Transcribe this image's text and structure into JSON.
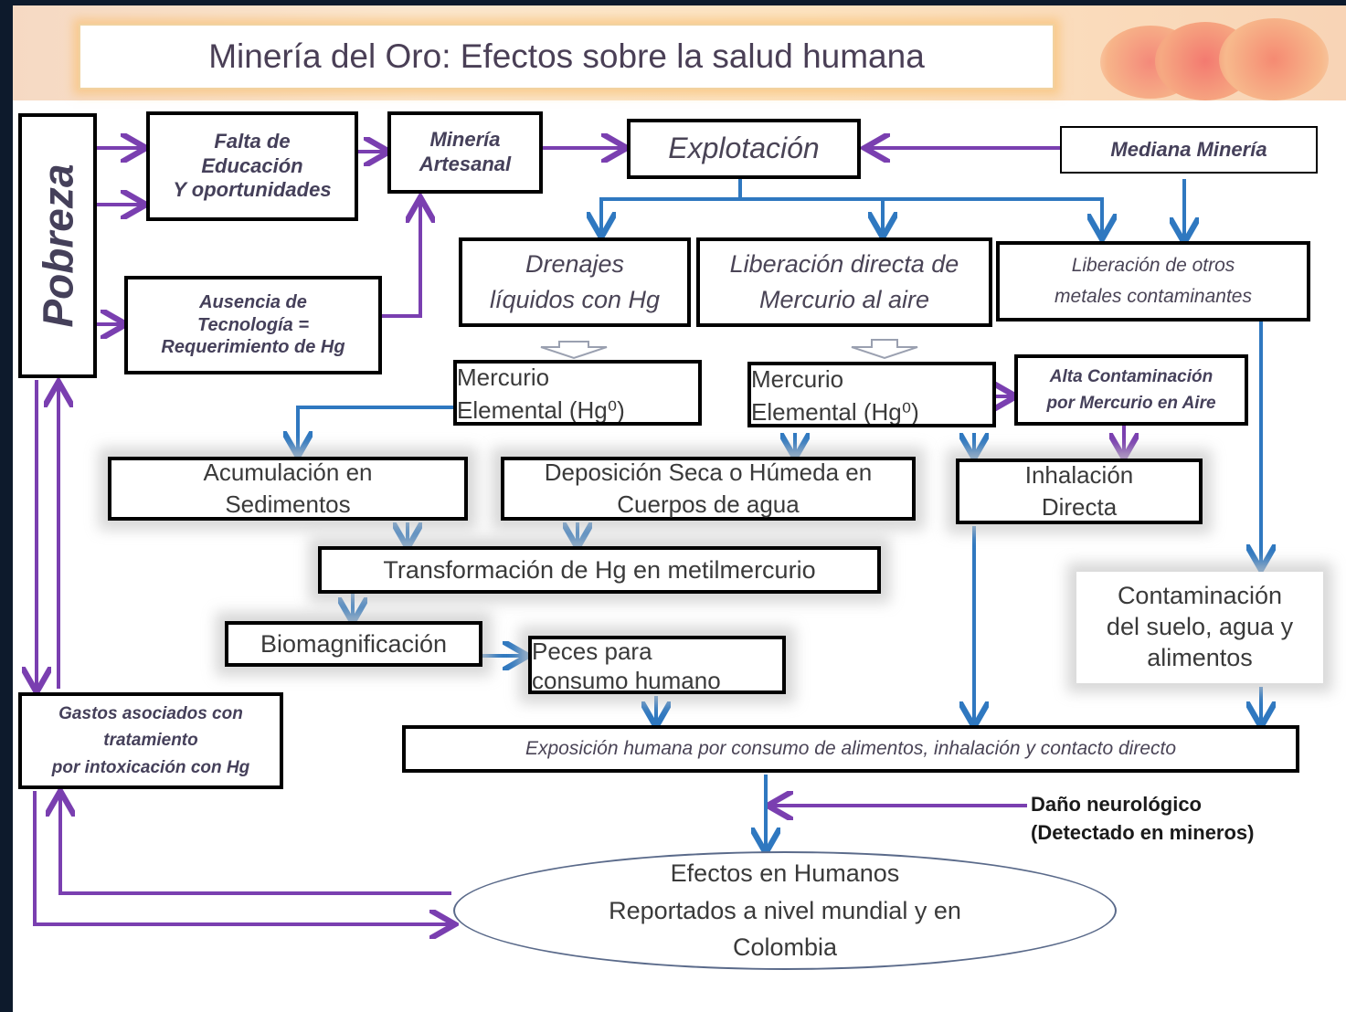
{
  "title": "Minería del Oro: Efectos sobre la salud humana",
  "nodes": {
    "pobreza": "Pobreza",
    "falta_educacion": [
      "Falta de",
      "Educación",
      "Y oportunidades"
    ],
    "mineria_artesanal": [
      "Minería",
      "Artesanal"
    ],
    "explotacion": "Explotación",
    "mediana_mineria": "Mediana Minería",
    "ausencia_tecnologia": [
      "Ausencia de",
      "Tecnología =",
      "Requerimiento de Hg"
    ],
    "drenajes": [
      "Drenajes",
      "líquidos con Hg"
    ],
    "liberacion_directa": [
      "Liberación directa de",
      "Mercurio al aire"
    ],
    "liberacion_otros": [
      "Liberación de otros",
      "metales contaminantes"
    ],
    "mercurio_elemental_1": [
      "Mercurio",
      "Elemental (Hg⁰)"
    ],
    "mercurio_elemental_2": [
      "Mercurio",
      "Elemental (Hg⁰)"
    ],
    "alta_contaminacion": [
      "Alta Contaminación",
      "por Mercurio en Aire"
    ],
    "acumulacion": [
      "Acumulación en",
      "Sedimentos"
    ],
    "deposicion": [
      "Deposición Seca o Húmeda en",
      "Cuerpos de agua"
    ],
    "inhalacion": [
      "Inhalación",
      "Directa"
    ],
    "transformacion": "Transformación de Hg en metilmercurio",
    "contaminacion_suelo": [
      "Contaminación",
      "del suelo, agua y",
      "alimentos"
    ],
    "biomagnificacion": "Biomagnificación",
    "peces": [
      "Peces para",
      "consumo humano"
    ],
    "gastos": [
      "Gastos asociados con",
      "tratamiento",
      "por intoxicación con Hg"
    ],
    "exposicion": "Exposición humana por consumo de alimentos, inhalación y contacto directo",
    "dano_neurologico": [
      "Daño neurológico",
      "(Detectado en mineros)"
    ],
    "efectos": [
      "Efectos en Humanos",
      "Reportados a nivel mundial y en",
      "Colombia"
    ]
  },
  "colors": {
    "purple": "#7a3fb0",
    "blue": "#2f78c0",
    "node_border": "#000000"
  }
}
